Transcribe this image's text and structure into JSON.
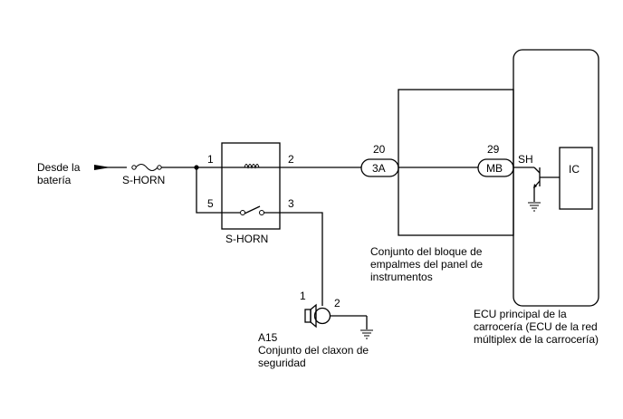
{
  "source": {
    "line1": "Desde la",
    "line2": "batería",
    "fuse_label": "S-HORN"
  },
  "relay": {
    "label": "S-HORN",
    "pin1": "1",
    "pin2": "2",
    "pin3": "3",
    "pin5": "5"
  },
  "junction_block": {
    "connector_pin": "20",
    "connector_id": "3A",
    "line1": "Conjunto del bloque de",
    "line2": "empalmes del panel de",
    "line3": "instrumentos"
  },
  "body_ecu": {
    "connector_pin": "29",
    "connector_id": "MB",
    "terminal": "SH",
    "ic_label": "IC",
    "line1": "ECU principal de la",
    "line2": "carrocería (ECU de la red",
    "line3": "múltiplex de la carrocería)"
  },
  "horn": {
    "id": "A15",
    "pin1": "1",
    "pin2": "2",
    "line1": "Conjunto del claxon de",
    "line2": "seguridad"
  }
}
